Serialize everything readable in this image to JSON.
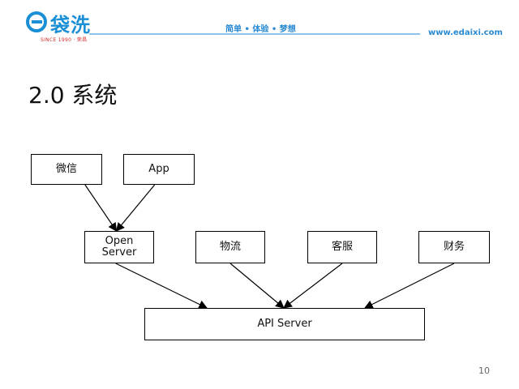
{
  "header": {
    "brand": "袋洗",
    "brand_sub": "SINCE 1990 · 荣昌",
    "slogan": "简单 • 体验 • 梦想",
    "url": "www.edaixi.com"
  },
  "slide": {
    "title": "2.0 系统",
    "page_number": "10"
  },
  "diagram": {
    "nodes": [
      {
        "id": "weixin",
        "label": "微信"
      },
      {
        "id": "app",
        "label": "App"
      },
      {
        "id": "open_server",
        "label": "Open\nServer"
      },
      {
        "id": "wuliu",
        "label": "物流"
      },
      {
        "id": "kefu",
        "label": "客服"
      },
      {
        "id": "caiwu",
        "label": "财务"
      },
      {
        "id": "api_server",
        "label": "API Server"
      }
    ],
    "edges": [
      {
        "from": "weixin",
        "to": "open_server"
      },
      {
        "from": "app",
        "to": "open_server"
      },
      {
        "from": "open_server",
        "to": "api_server"
      },
      {
        "from": "wuliu",
        "to": "api_server"
      },
      {
        "from": "kefu",
        "to": "api_server"
      },
      {
        "from": "caiwu",
        "to": "api_server"
      }
    ]
  }
}
